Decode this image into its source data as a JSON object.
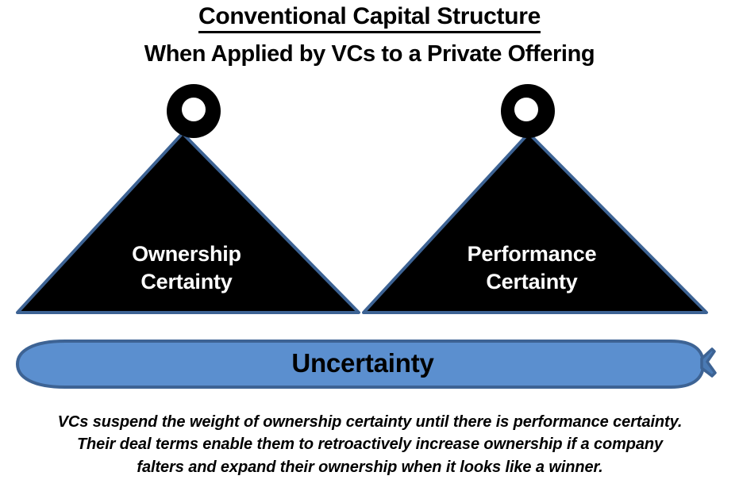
{
  "title": {
    "main": "Conventional Capital Structure",
    "subtitle": "When Applied by VCs to a Private Offering"
  },
  "diagram": {
    "left_pillar": {
      "label_line1": "Ownership",
      "label_line2": "Certainty",
      "shape": "triangle",
      "topper": "ring-icon"
    },
    "right_pillar": {
      "label_line1": "Performance",
      "label_line2": "Certainty",
      "shape": "triangle",
      "topper": "ring-icon"
    },
    "base_bar": {
      "label": "Uncertainty",
      "shape": "balloon-bar",
      "end_icon": "balloon-knot-icon"
    }
  },
  "caption": {
    "text": "VCs suspend the weight of ownership certainty until there is performance certainty. Their deal terms enable them to retroactively increase ownership if a company falters and expand their ownership when it looks like a winner."
  },
  "colors": {
    "shape_fill": "#000000",
    "shape_stroke": "#3D6394",
    "bar_fill": "#5B8FCF",
    "bar_stroke": "#3D6394",
    "text_on_shape": "#FFFFFF",
    "text_primary": "#000000",
    "background": "#FFFFFF"
  }
}
